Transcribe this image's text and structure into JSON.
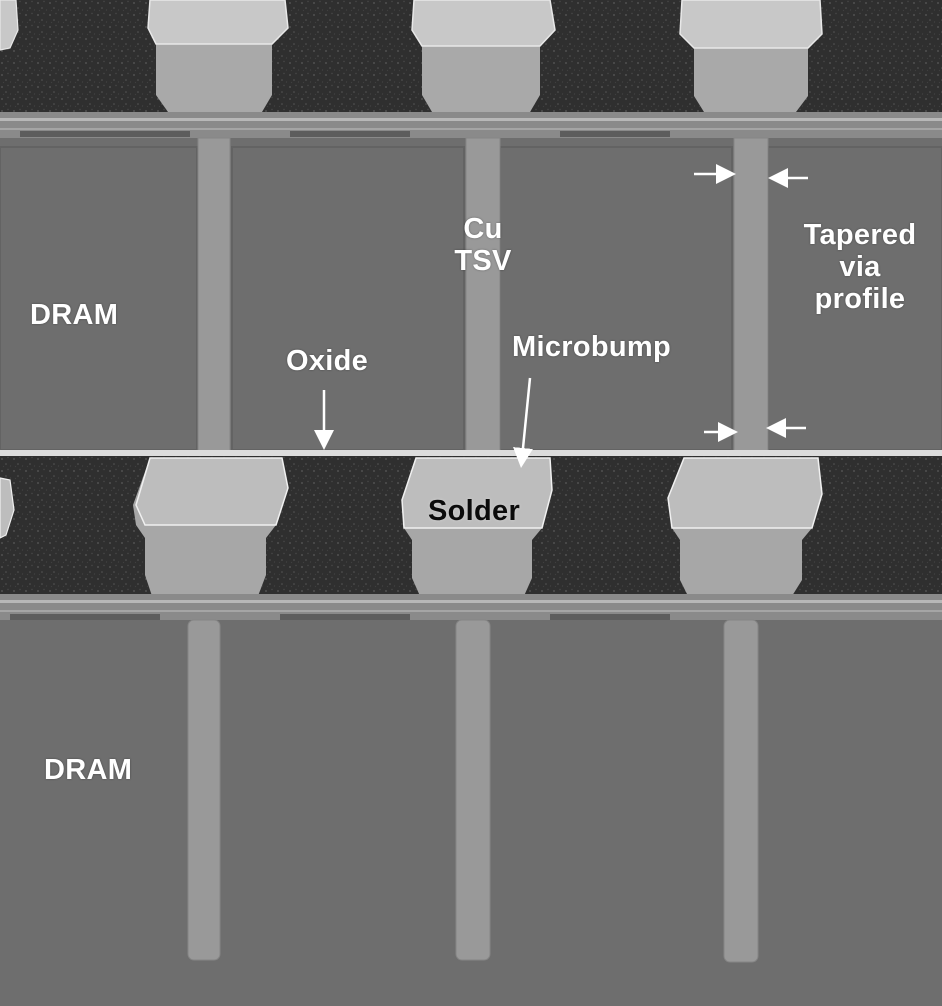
{
  "image": {
    "kind": "SEM cross-section micrograph",
    "colors": {
      "dram_die": "#6e6e6e",
      "cu_tsv": "#9a9a9a",
      "underfill": "#333333",
      "solder": "#a7a7a7",
      "oxide_line": "#ffffff",
      "label_text": "#ffffff",
      "solder_label_text": "#0b0b0b"
    }
  },
  "labels": {
    "dram_upper": "DRAM",
    "dram_lower": "DRAM",
    "cu_tsv_line1": "Cu",
    "cu_tsv_line2": "TSV",
    "tapered_line1": "Tapered",
    "tapered_line2": "via",
    "tapered_line3": "profile",
    "oxide": "Oxide",
    "microbump": "Microbump",
    "solder": "Solder"
  }
}
